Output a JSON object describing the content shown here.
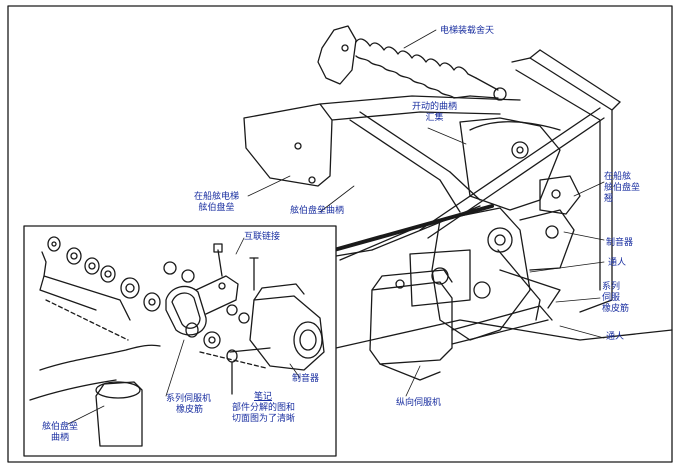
{
  "labels": {
    "cable_boot": "电梯装载舍天",
    "open_bellcrank_line1": "开动的曲柄",
    "open_bellcrank_line2": "汇集",
    "elevator_in_box_line1": "在船舷电梯",
    "elevator_in_box_line2": "舷伯盘垒",
    "bellcrank_mid": "舷伯盘垒曲柄",
    "bellcrank_right_line1": "在船舷",
    "bellcrank_right_line2": "舷伯盘垒",
    "bellcrank_right_line3": "翘",
    "interconnect_rod": "互联链接",
    "brake_right": "制音器",
    "pass_right_1": "通人",
    "servo_strap_right_line1": "系列",
    "servo_strap_right_line2": "伺服",
    "servo_strap_right_line3": "橡皮筋",
    "pass_right_2": "通人",
    "brake_inset": "制音器",
    "servo_strap_inset_line1": "系列伺服机",
    "servo_strap_inset_line2": "橡皮筋",
    "bellcrank_inset_line1": "舷伯盘垒",
    "bellcrank_inset_line2": "曲柄",
    "note_title": "笔记",
    "note_line1": "部件分解的图和",
    "note_line2": "切面图为了清晰",
    "long_servo": "纵向伺服机"
  },
  "colors": {
    "label_text": "#1a2fa0",
    "ink": "#1a1a1a"
  }
}
